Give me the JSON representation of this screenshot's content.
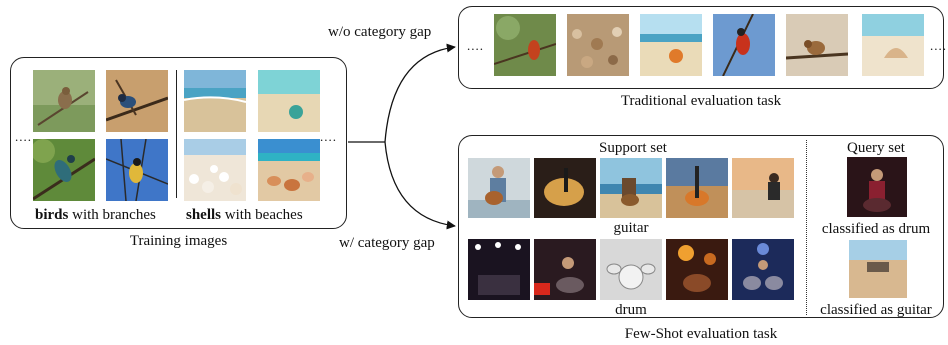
{
  "training": {
    "caption": "Training images",
    "birds_bold": "birds",
    "birds_rest": " with branches",
    "shells_bold": "shells",
    "shells_rest": " with beaches",
    "ellipsis_left": "....",
    "ellipsis_right": "...."
  },
  "arrows": {
    "top_label": "w/o category gap",
    "bottom_label": "w/ category gap"
  },
  "traditional": {
    "caption": "Traditional evaluation task",
    "ellipsis_left": "....",
    "ellipsis_right": "...."
  },
  "fewshot": {
    "caption": "Few-Shot evaluation task",
    "support_title": "Support set",
    "query_title": "Query set",
    "guitar_label": "guitar",
    "drum_label": "drum",
    "query1_label": "classified as drum",
    "query2_label": "classified as guitar"
  },
  "colors": {
    "border": "#222222",
    "sky": "#7fb6d9",
    "sand": "#d8c29a",
    "sea": "#4aa3c4",
    "stage": "#1a1320"
  }
}
